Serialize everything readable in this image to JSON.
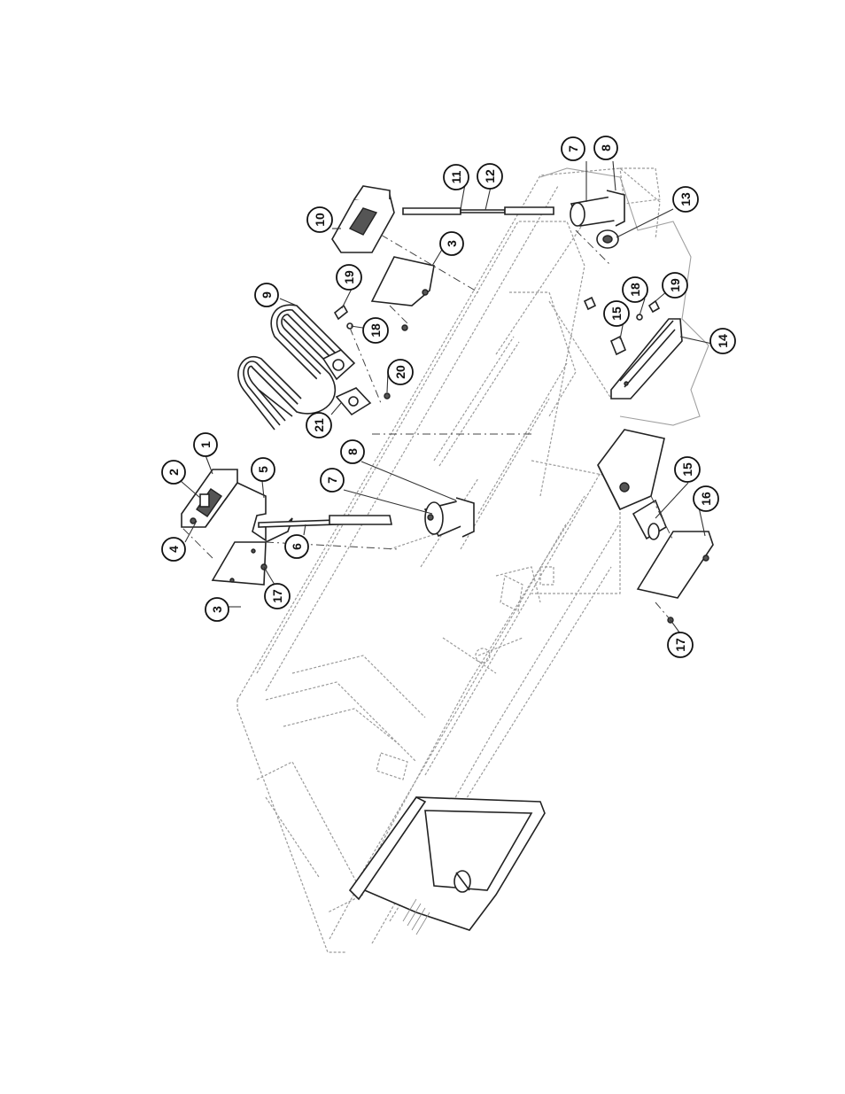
{
  "diagram": {
    "callouts": [
      {
        "label": "1"
      },
      {
        "label": "2"
      },
      {
        "label": "3"
      },
      {
        "label": "4"
      },
      {
        "label": "5"
      },
      {
        "label": "6"
      },
      {
        "label": "7"
      },
      {
        "label": "8"
      },
      {
        "label": "17"
      },
      {
        "label": "3"
      },
      {
        "label": "7"
      },
      {
        "label": "8"
      },
      {
        "label": "9"
      },
      {
        "label": "10"
      },
      {
        "label": "11"
      },
      {
        "label": "12"
      },
      {
        "label": "13"
      },
      {
        "label": "14"
      },
      {
        "label": "15"
      },
      {
        "label": "15"
      },
      {
        "label": "16"
      },
      {
        "label": "17"
      },
      {
        "label": "18"
      },
      {
        "label": "18"
      },
      {
        "label": "19"
      },
      {
        "label": "19"
      },
      {
        "label": "20"
      },
      {
        "label": "21"
      }
    ]
  }
}
